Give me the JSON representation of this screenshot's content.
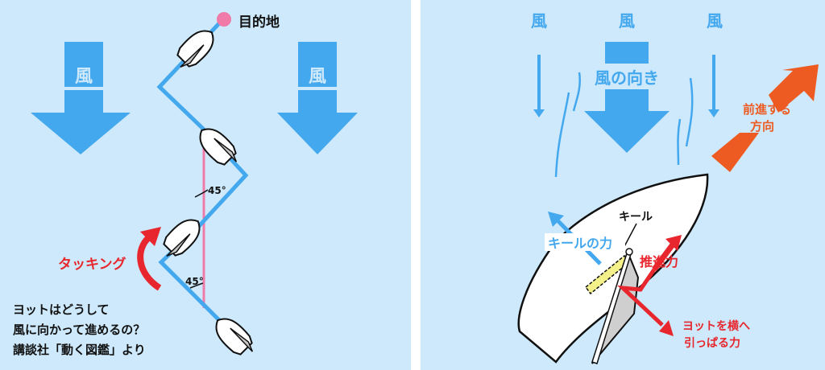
{
  "left_panel": {
    "wind_label_left": "風",
    "wind_label_right": "風",
    "destination_label": "目的地",
    "angle_label_upper": "45°",
    "angle_label_lower": "45°",
    "tacking_label": "タッキング",
    "caption_line1": "ヨットはどうして",
    "caption_line2": "風に向かって進めるの？",
    "caption_line3": "講談社「動く図鑑」より"
  },
  "right_panel": {
    "wind_labels": [
      "風",
      "風",
      "風"
    ],
    "wind_direction_label": "風の向き",
    "forward_label_line1": "前進する",
    "forward_label_line2": "方向",
    "keel_label": "キール",
    "keel_force_label": "キールの力",
    "thrust_label": "推進力",
    "side_force_line1": "ヨットを横へ",
    "side_force_line2": "引っぱる力"
  },
  "colors": {
    "background": "#cde9fb",
    "wind_blue": "#44a8ee",
    "red": "#e8262d",
    "orange": "#ee5b22",
    "pink": "#f07aa8"
  }
}
